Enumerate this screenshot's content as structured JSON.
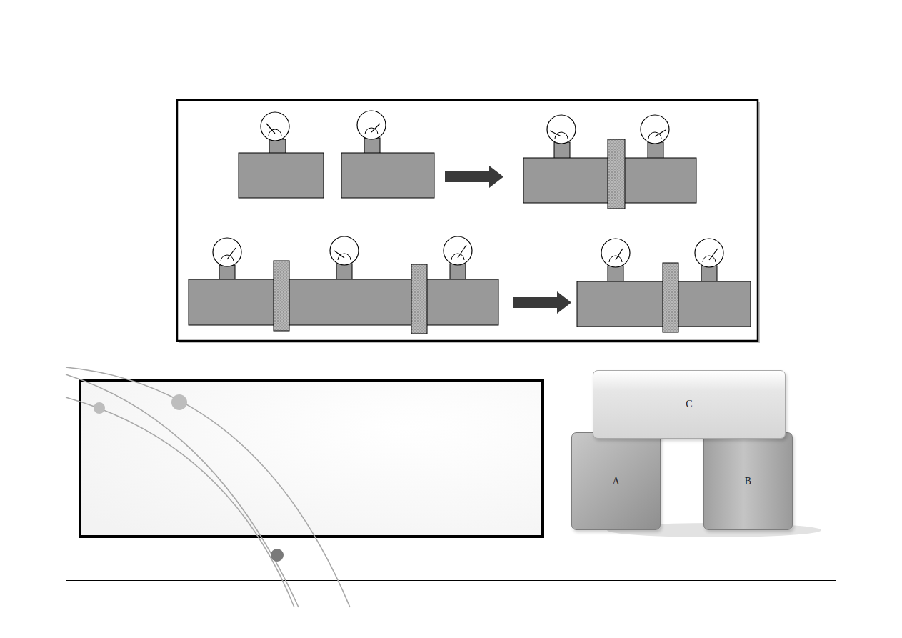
{
  "diagram": {
    "nodes": [
      {
        "text": [
          "C"
        ]
      },
      {
        "text": [
          "A"
        ]
      },
      {
        "text": [
          "B"
        ]
      }
    ]
  }
}
